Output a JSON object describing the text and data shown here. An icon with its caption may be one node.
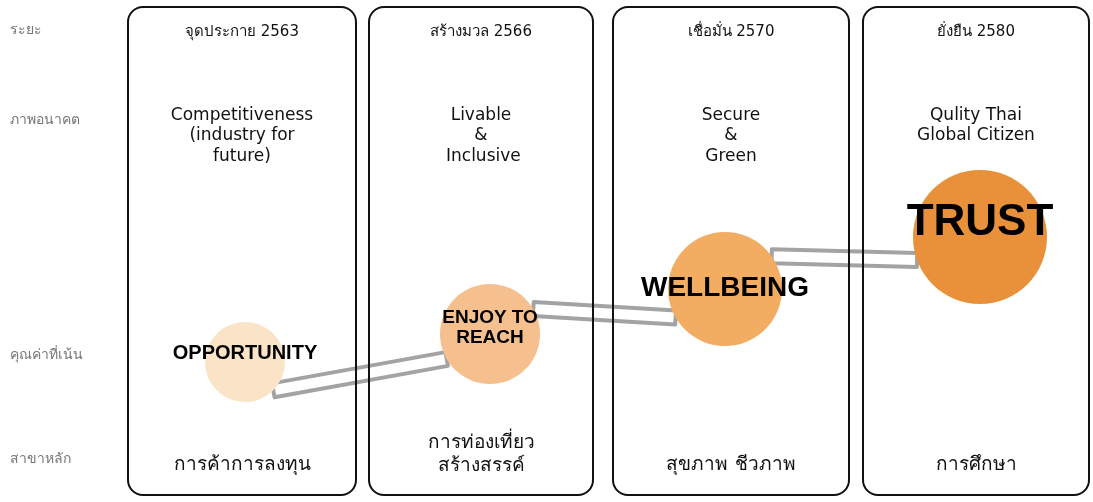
{
  "diagram": {
    "nodes": [
      {
        "text": [
          "จุดประกาย 2563",
          "Competitiveness (industry for future)",
          "การค้าการลงทุน"
        ]
      },
      {
        "text": [
          "สร้างมวล 2566",
          "Livable & Inclusive",
          "การท่องเที่ยวสร้างสรรค์"
        ]
      },
      {
        "text": [
          "เชื่อมั่น 2570",
          "Secure & Green",
          "สุขภาพ ชีวภาพ"
        ]
      },
      {
        "text": [
          "ยั่งยืน 2580",
          "Qulity Thai Global Citizen",
          "การศึกษา"
        ]
      },
      {
        "text": [
          "OPPORTUNITY"
        ],
        "in": 0
      },
      {
        "text": [
          "ENJOY TO REACH"
        ],
        "in": 1
      },
      {
        "text": [
          "WELLBEING"
        ],
        "in": 2
      },
      {
        "text": [
          "TRUST"
        ],
        "in": 3
      }
    ],
    "edges": [
      {
        "from": 4,
        "to": 5,
        "arrow": "none"
      },
      {
        "from": 5,
        "to": 6,
        "arrow": "none"
      },
      {
        "from": 6,
        "to": 7,
        "arrow": "none"
      }
    ],
    "labels": [
      "ระยะ",
      "ภาพอนาคต",
      "คุณค่าที่เน้น",
      "สาขาหลัก"
    ]
  }
}
